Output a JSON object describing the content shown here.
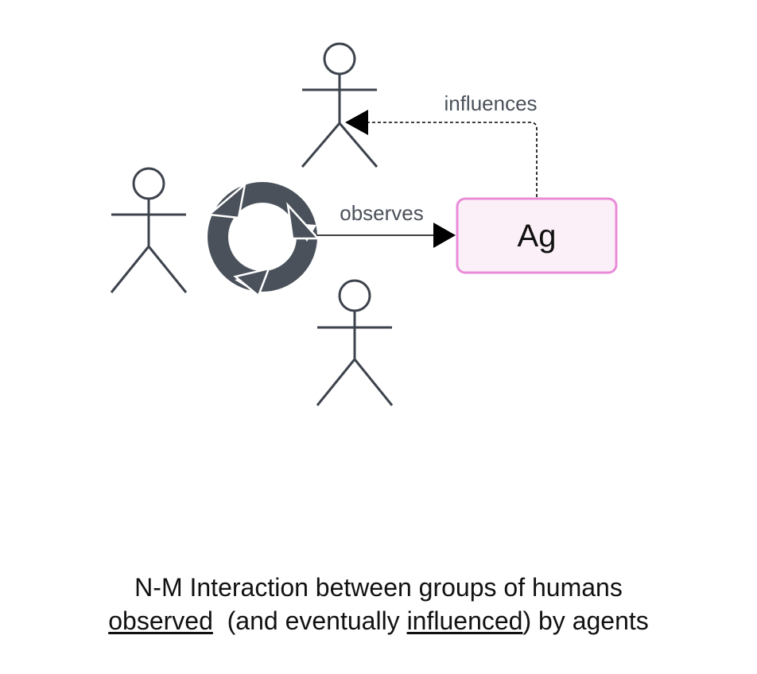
{
  "diagram": {
    "edges": {
      "observes": "observes",
      "influences": "influences"
    },
    "agent": {
      "label": "Ag",
      "fill": "#fcf0f8",
      "border": "#e98bd8"
    },
    "colors": {
      "actor": "#3d434c",
      "cycle": "#4a515b",
      "edge": "#000000"
    },
    "icons": [
      "stick-figure-icon",
      "cycle-arrows-icon"
    ]
  },
  "caption": {
    "line1": "N-M Interaction between groups of humans",
    "observed": "observed",
    "middle": "  (and eventually ",
    "influenced": "influenced",
    "tail": ") by agents"
  }
}
